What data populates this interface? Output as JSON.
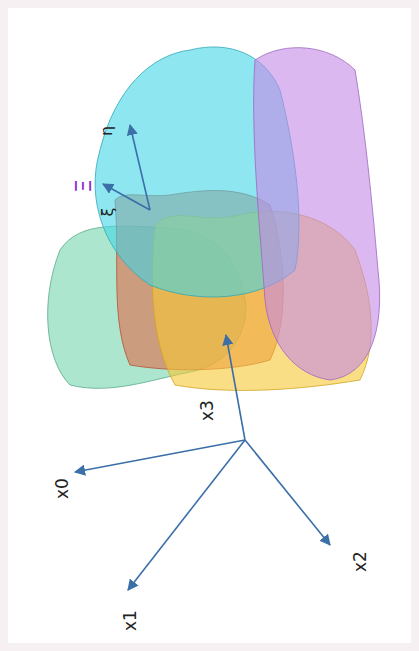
{
  "diagram": {
    "labels": [
      "x0",
      "x1",
      "x2",
      "x3",
      "Ξ",
      "ξ",
      "η"
    ]
  }
}
